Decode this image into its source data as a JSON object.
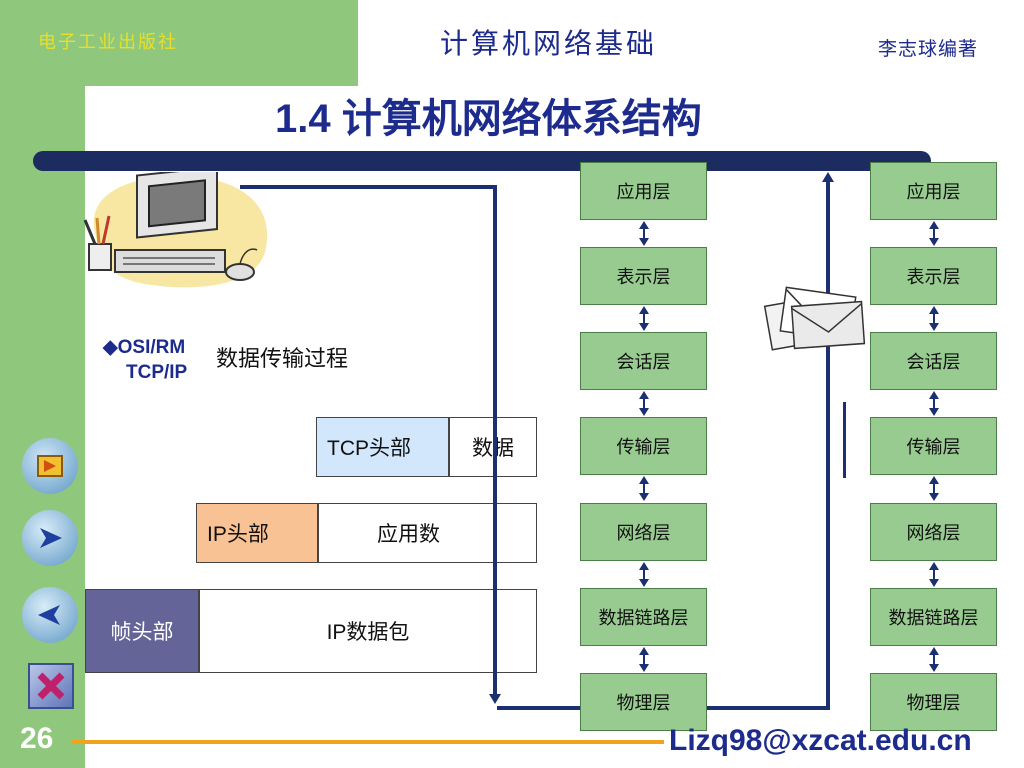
{
  "header": {
    "publisher": "电子工业出版社",
    "course_title": "计算机网络基础",
    "author": "李志球编著"
  },
  "slide": {
    "section_title": "1.4  计算机网络体系结构",
    "bullet_line1": "◆OSI/RM",
    "bullet_line2": "TCP/IP",
    "process_text": "数据传输过程"
  },
  "packets": {
    "tcp_header": "TCP头部",
    "tcp_data": "数据",
    "ip_header": "IP头部",
    "ip_data": "应用数",
    "frame_header": "帧头部",
    "frame_data": "IP数据包"
  },
  "left_stack": [
    "应用层",
    "表示层",
    "会话层",
    "传输层",
    "网络层",
    "数据链路层",
    "物理层"
  ],
  "right_stack": [
    "应用层",
    "表示层",
    "会话层",
    "传输层",
    "网络层",
    "数据链路层",
    "物理层"
  ],
  "footer": {
    "page_number": "26",
    "email": "Lizq98@xzcat.edu.cn"
  },
  "nav": {
    "home_icon": "home-icon",
    "next_icon": "next-arrow-icon",
    "prev_icon": "prev-arrow-icon",
    "exit_icon": "close-x-icon"
  },
  "colors": {
    "green": "#8fc87d",
    "navy": "#1c2b8c",
    "layer_fill": "#97cb90",
    "orange_line": "#f1a31c"
  }
}
